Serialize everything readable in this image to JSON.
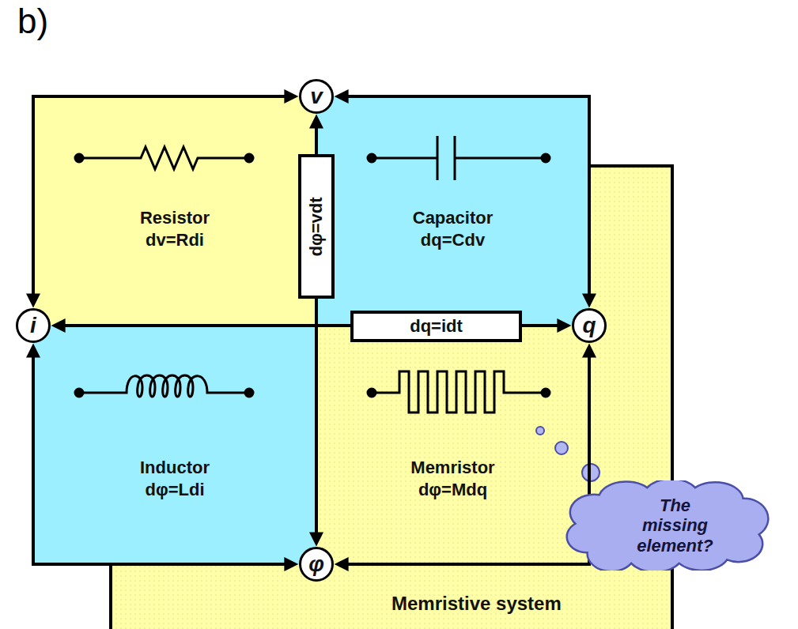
{
  "diagram": {
    "nodes": [
      {
        "text": [
          "Memristive system"
        ]
      },
      {
        "text": [
          "Resistor",
          "dv=Rdi"
        ]
      },
      {
        "text": [
          "Capacitor",
          "dq=Cdv"
        ]
      },
      {
        "text": [
          "Inductor",
          "dφ=Ldi"
        ]
      },
      {
        "text": [
          "Memristor",
          "dφ=Mdq"
        ],
        "in": 0
      },
      {
        "text": [
          "v"
        ]
      },
      {
        "text": [
          "i"
        ]
      },
      {
        "text": [
          "q"
        ]
      },
      {
        "text": [
          "φ"
        ]
      },
      {
        "text": [
          "dφ=vdt"
        ]
      },
      {
        "text": [
          "dq=idt"
        ]
      },
      {
        "text": [
          "The missing element?"
        ]
      }
    ],
    "edges": [
      {
        "from": 6,
        "to": 5,
        "arrow": "both"
      },
      {
        "from": 5,
        "to": 7,
        "arrow": "both"
      },
      {
        "from": 6,
        "to": 8,
        "arrow": "both"
      },
      {
        "from": 7,
        "to": 8,
        "arrow": "both"
      },
      {
        "from": 9,
        "to": 5,
        "arrow": "to"
      },
      {
        "from": 9,
        "to": 8,
        "arrow": "to"
      },
      {
        "from": 10,
        "to": 6,
        "arrow": "to"
      },
      {
        "from": 10,
        "to": 7,
        "arrow": "to"
      }
    ],
    "labels": [
      "b)"
    ]
  }
}
